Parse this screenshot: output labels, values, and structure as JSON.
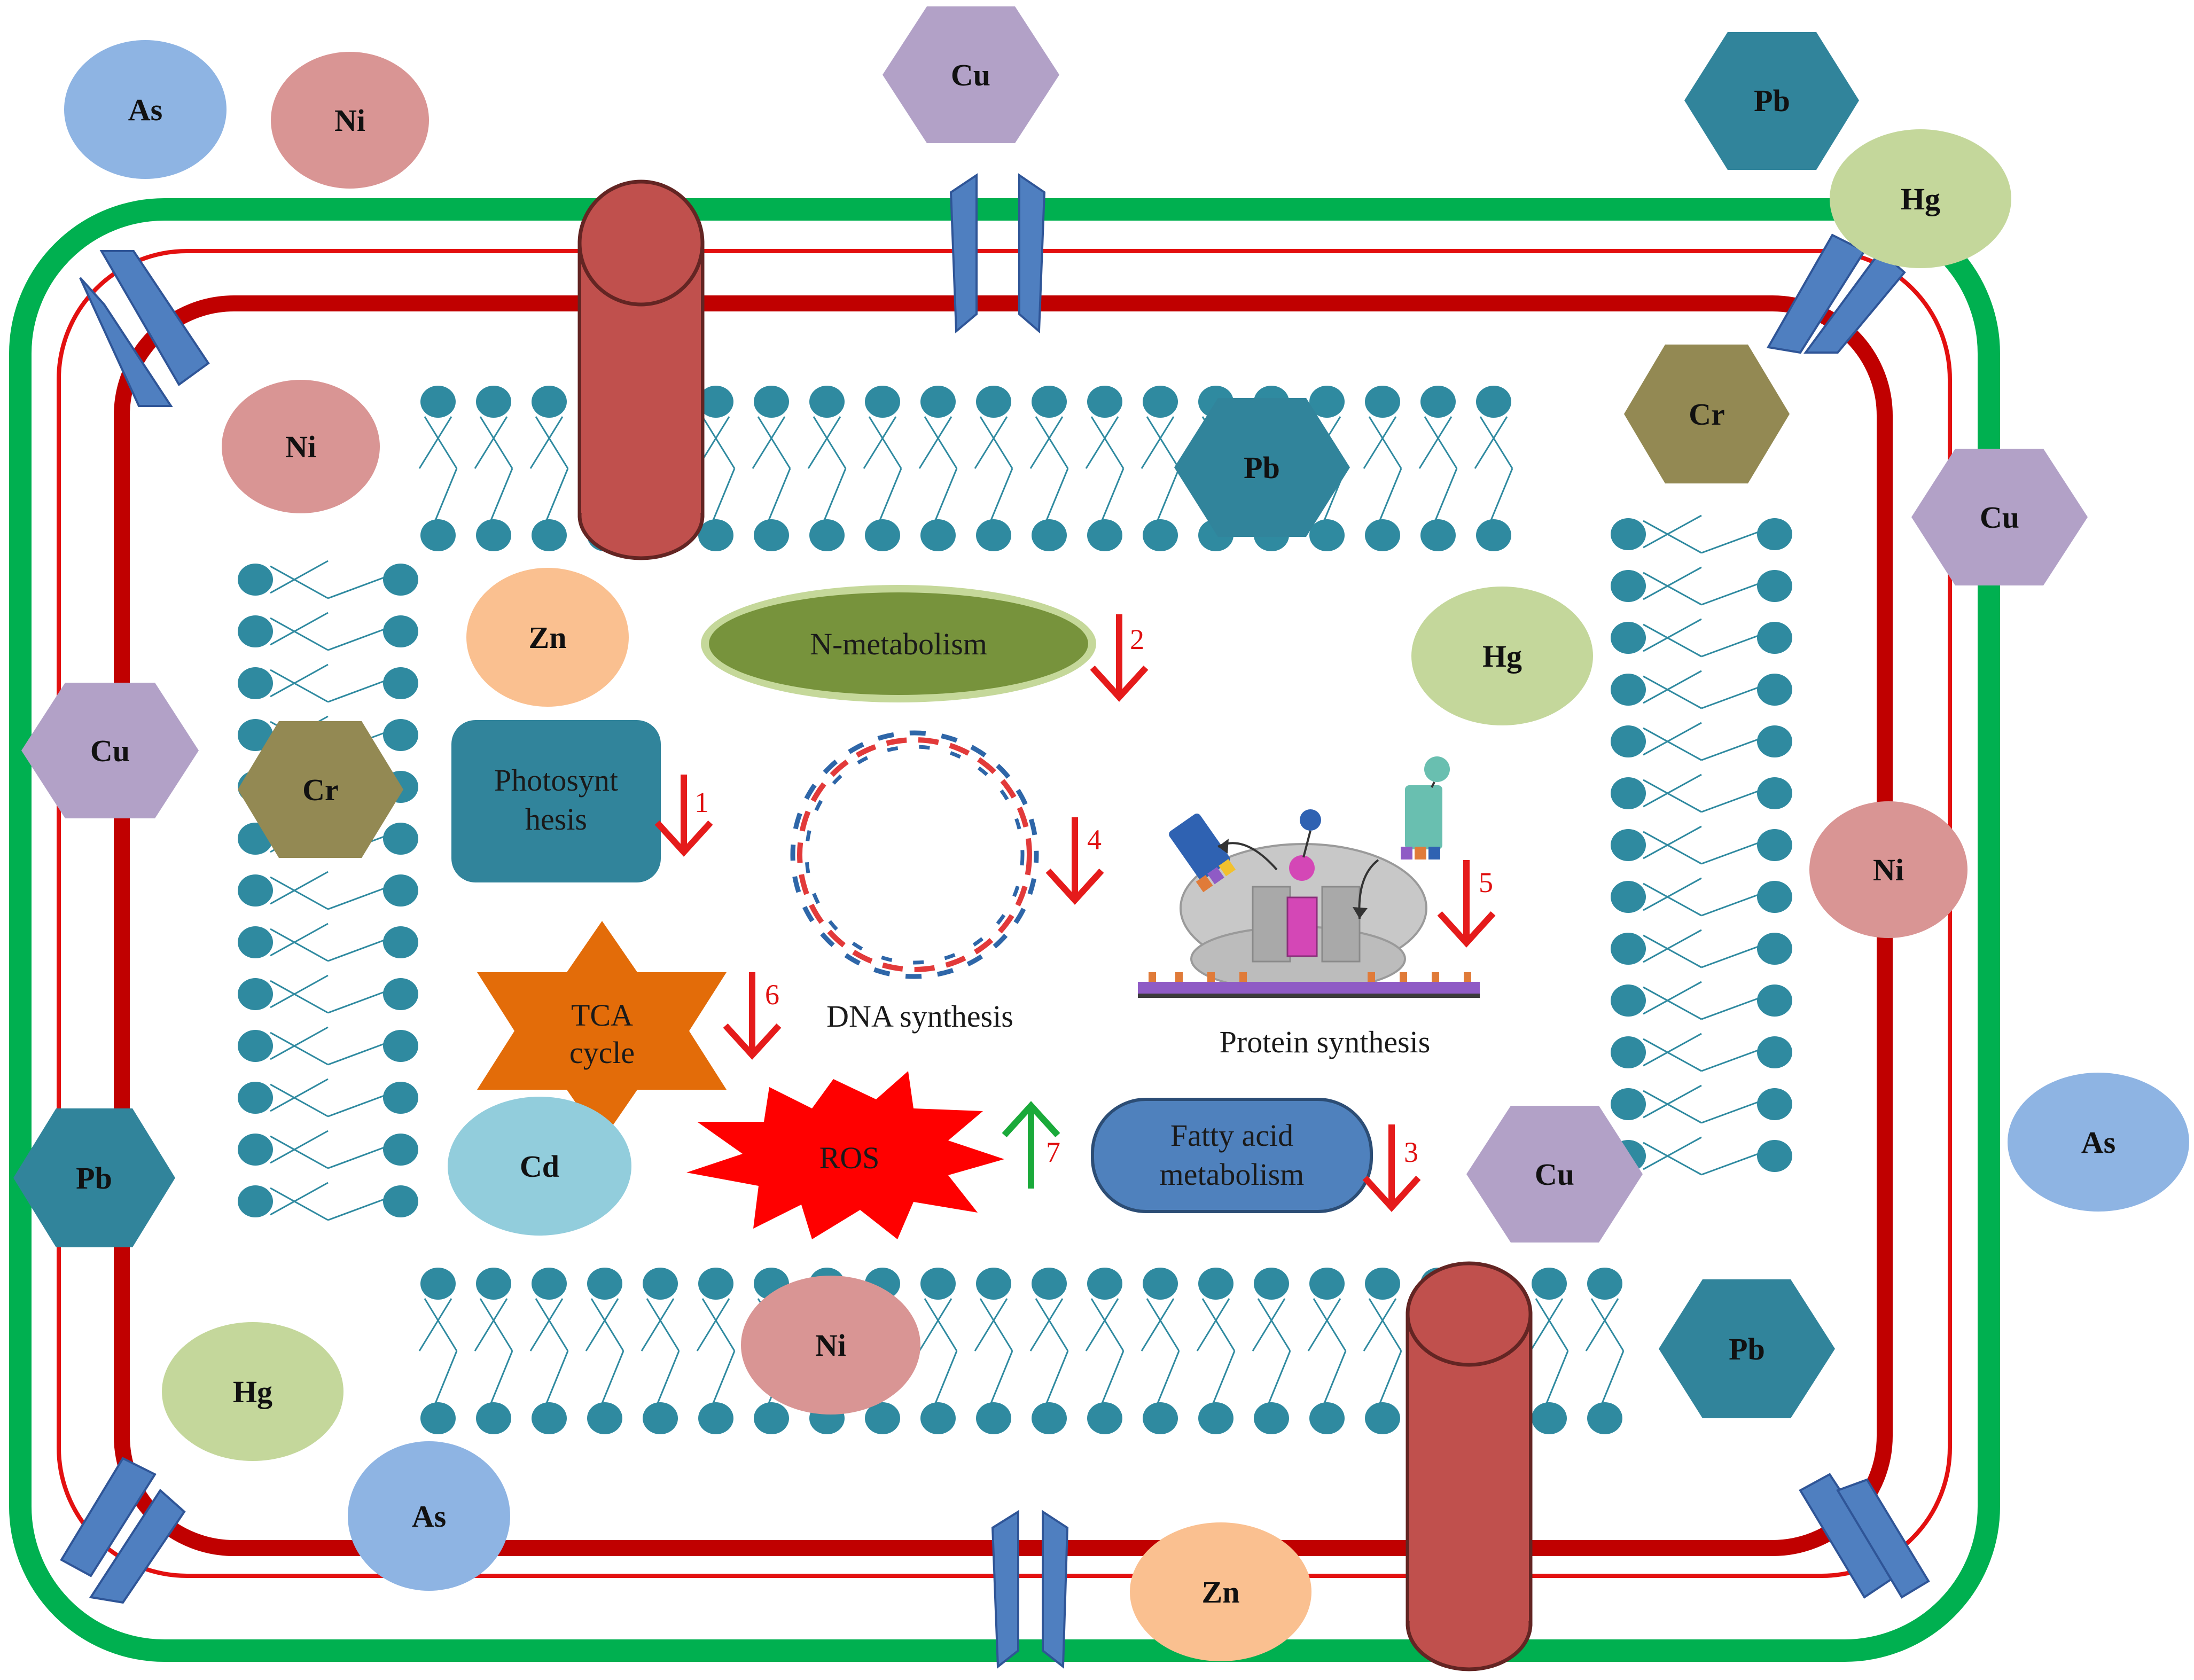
{
  "metals": {
    "as_top_left": "As",
    "ni_top_left": "Ni",
    "cu_top": "Cu",
    "pb_top_right": "Pb",
    "hg_top_right": "Hg",
    "ni_wall_left": "Ni",
    "pb_membrane_top": "Pb",
    "cr_right": "Cr",
    "cu_right": "Cu",
    "zn_inner": "Zn",
    "hg_inner": "Hg",
    "cu_left": "Cu",
    "cr_left": "Cr",
    "ni_right": "Ni",
    "as_right": "As",
    "pb_left": "Pb",
    "cd_inner": "Cd",
    "cu_inner_right": "Cu",
    "ni_membrane_bottom": "Ni",
    "pb_bottom_right": "Pb",
    "hg_bottom_left": "Hg",
    "as_bottom_left": "As",
    "zn_bottom": "Zn"
  },
  "processes": {
    "photosynthesis_line1": "Photosynt",
    "photosynthesis_line2": "hesis",
    "n_metabolism": "N-metabolism",
    "dna_synthesis": "DNA synthesis",
    "protein_synthesis": "Protein synthesis",
    "tca_line1": "TCA",
    "tca_line2": "cycle",
    "ros": "ROS",
    "fatty_acid_line1": "Fatty acid",
    "fatty_acid_line2": "metabolism"
  },
  "effects": [
    {
      "number": "1",
      "direction": "down",
      "color": "#e51b1b"
    },
    {
      "number": "2",
      "direction": "down",
      "color": "#e51b1b"
    },
    {
      "number": "3",
      "direction": "down",
      "color": "#e51b1b"
    },
    {
      "number": "4",
      "direction": "down",
      "color": "#e51b1b"
    },
    {
      "number": "5",
      "direction": "down",
      "color": "#e51b1b"
    },
    {
      "number": "6",
      "direction": "down",
      "color": "#e51b1b"
    },
    {
      "number": "7",
      "direction": "up",
      "color": "#1aaa3a"
    }
  ],
  "colors": {
    "cell_wall": "#00b050",
    "outer_membrane": "#e31010",
    "inner_membrane": "#c00000",
    "lipid": "#2f8aa0",
    "channel": "#4f7fc0",
    "cylinder": "#c0504d"
  }
}
